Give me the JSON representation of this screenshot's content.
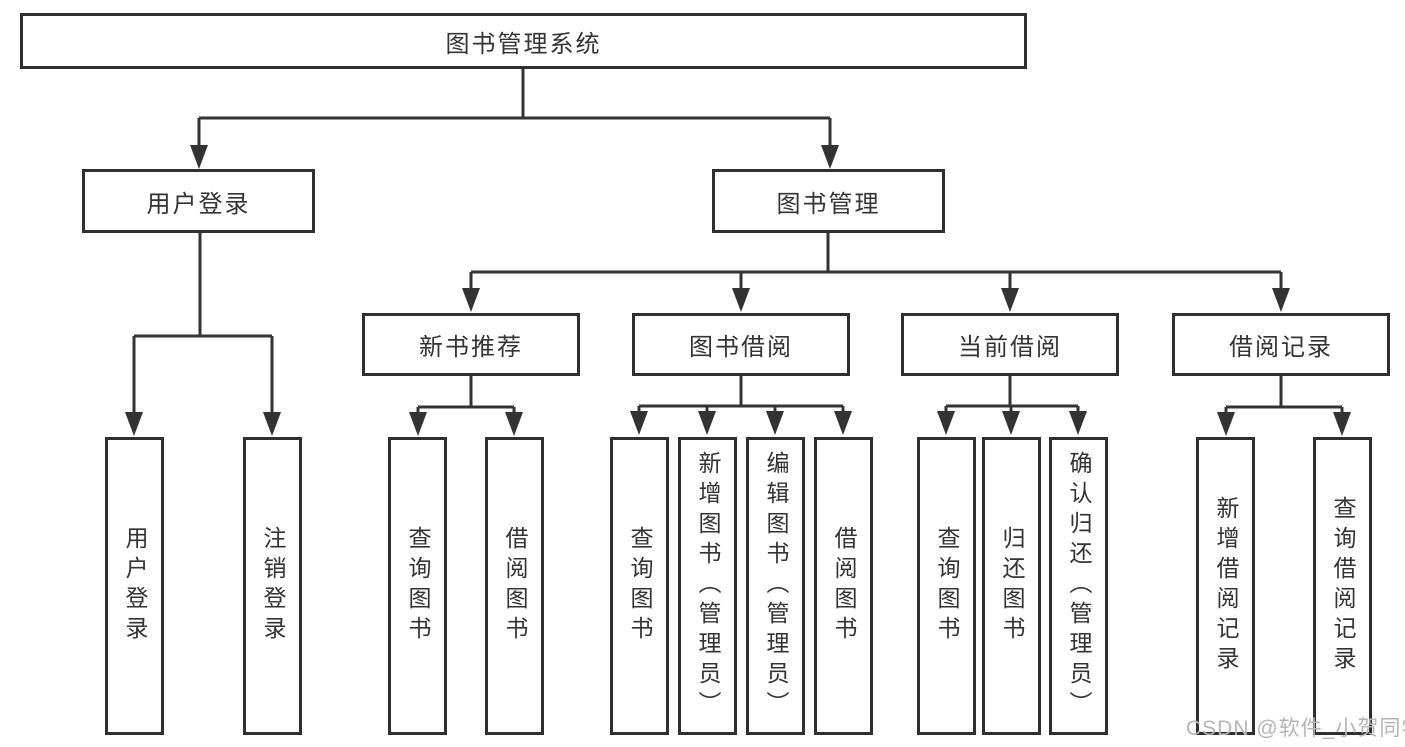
{
  "diagram": {
    "nodes": {
      "root": "图书管理系统",
      "user_login": "用户登录",
      "book_management": "图书管理",
      "new_book_recommend": "新书推荐",
      "book_borrow": "图书借阅",
      "current_borrow": "当前借阅",
      "borrow_record": "借阅记录",
      "ul_login": "用户登录",
      "ul_logout": "注销登录",
      "nb_query": "查询图书",
      "nb_borrow": "借阅图书",
      "bb_query": "查询图书",
      "bb_add": "新增图书（管理员）",
      "bb_edit": "编辑图书（管理员）",
      "bb_borrow": "借阅图书",
      "cb_query": "查询图书",
      "cb_return": "归还图书",
      "cb_confirm": "确认归还（管理员）",
      "br_add": "新增借阅记录",
      "br_query": "查询借阅记录"
    },
    "watermark": "CSDN @软件_小贺同学",
    "colors": {
      "line": "#333333",
      "border": "#2f2f2f",
      "text": "#333333",
      "watermark": "#b5b5b5",
      "background": "#ffffff"
    }
  }
}
